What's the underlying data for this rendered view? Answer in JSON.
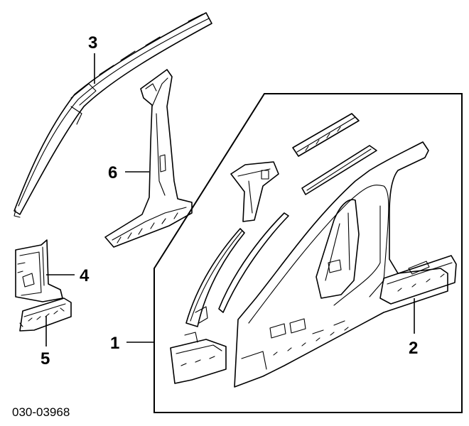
{
  "diagram": {
    "callouts": [
      {
        "id": "1",
        "label": "1"
      },
      {
        "id": "2",
        "label": "2"
      },
      {
        "id": "3",
        "label": "3"
      },
      {
        "id": "4",
        "label": "4"
      },
      {
        "id": "5",
        "label": "5"
      },
      {
        "id": "6",
        "label": "6"
      }
    ],
    "diagram_code": "030-03968",
    "colors": {
      "line": "#000000",
      "background": "#ffffff"
    }
  }
}
